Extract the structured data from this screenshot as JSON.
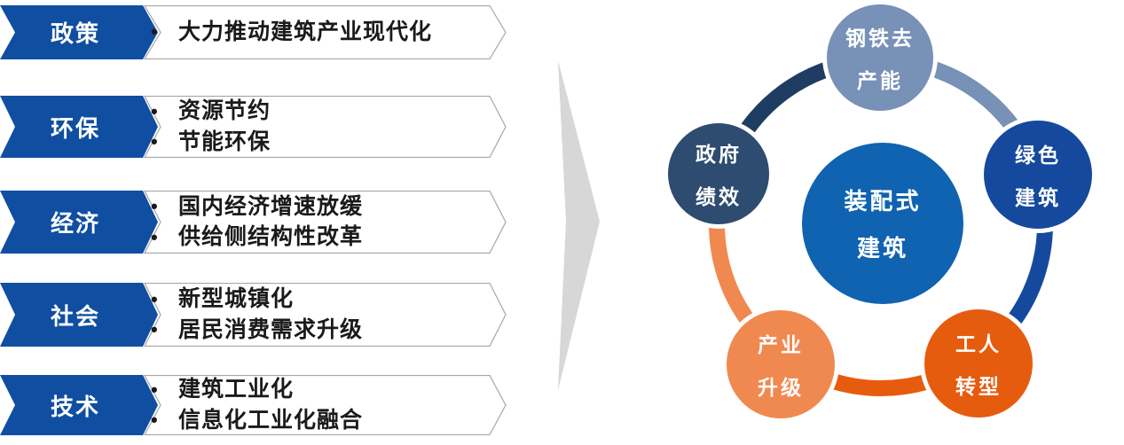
{
  "colors": {
    "chevron_blue": "#104EA2",
    "chevron_outline": "#A6A6A6",
    "divider_gray": "#D7D7D7",
    "hub_blue": "#0F63B0",
    "steel_slate": "#7791B7",
    "green_blue": "#14499E",
    "gov_navy": "#2E4B70",
    "arc_navy": "#1F3D63",
    "industry_orange": "#F0894F",
    "worker_orange": "#E65C0E"
  },
  "left_panel": {
    "bullet_char": "•",
    "rows": [
      {
        "label": "政策",
        "bullets": [
          "大力推动建筑产业现代化"
        ]
      },
      {
        "label": "环保",
        "bullets": [
          "资源节约",
          "节能环保"
        ]
      },
      {
        "label": "经济",
        "bullets": [
          "国内经济增速放缓",
          "供给侧结构性改革"
        ]
      },
      {
        "label": "社会",
        "bullets": [
          "新型城镇化",
          "居民消费需求升级"
        ]
      },
      {
        "label": "技术",
        "bullets": [
          "建筑工业化",
          "信息化工业化融合"
        ]
      }
    ]
  },
  "diagram": {
    "hub": {
      "line1": "装配式",
      "line2": "建筑"
    },
    "satellites": [
      {
        "line1": "钢铁去",
        "line2": "产能"
      },
      {
        "line1": "绿色",
        "line2": "建筑"
      },
      {
        "line1": "政府",
        "line2": "绩效"
      },
      {
        "line1": "产业",
        "line2": "升级"
      },
      {
        "line1": "工人",
        "line2": "转型"
      }
    ]
  }
}
